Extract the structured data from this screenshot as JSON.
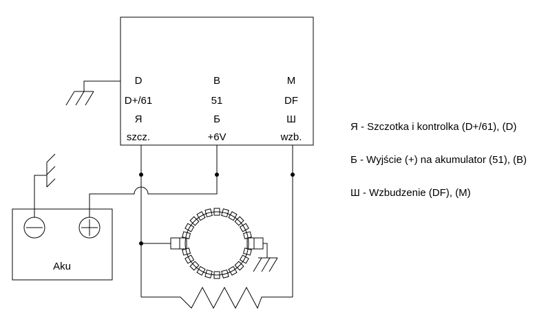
{
  "regulator": {
    "row1": [
      "D",
      "B",
      "M"
    ],
    "row2": [
      "D+/61",
      "51",
      "DF"
    ],
    "row3": [
      "Я",
      "Б",
      "Ш"
    ],
    "row4": [
      "szcz.",
      "+6V",
      "wzb."
    ]
  },
  "battery": {
    "label": "Aku",
    "minus_symbol": "minus-terminal",
    "plus_symbol": "plus-terminal"
  },
  "legend": [
    "Я - Szczotka i kontrolka (D+/61), (D)",
    "Б - Wyjście (+) na akumulator (51), (B)",
    "Ш - Wzbudzenie (DF), (M)"
  ]
}
